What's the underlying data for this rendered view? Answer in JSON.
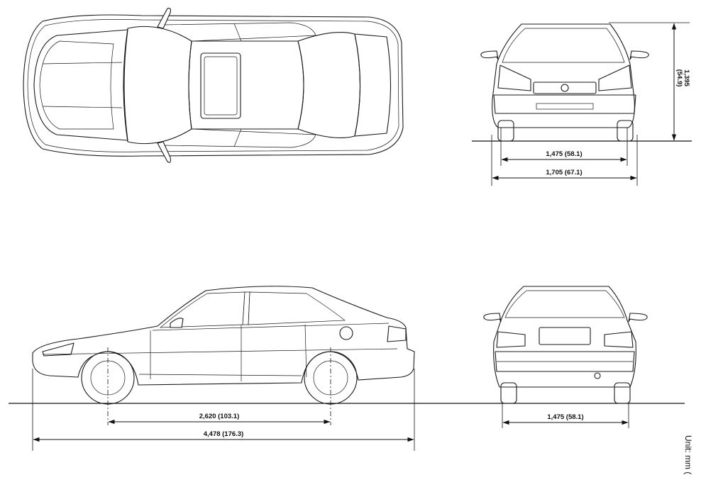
{
  "diagram": {
    "dimensions": {
      "overall_height": "1,395",
      "overall_height_in": "(54.9)",
      "front_tread": "1,475 (58.1)",
      "overall_width": "1,705 (67.1)",
      "wheelbase": "2,620 (103.1)",
      "overall_length": "4,478 (176.3)",
      "rear_tread": "1,475 (58.1)"
    },
    "unit_label": "Unit: mm ("
  }
}
